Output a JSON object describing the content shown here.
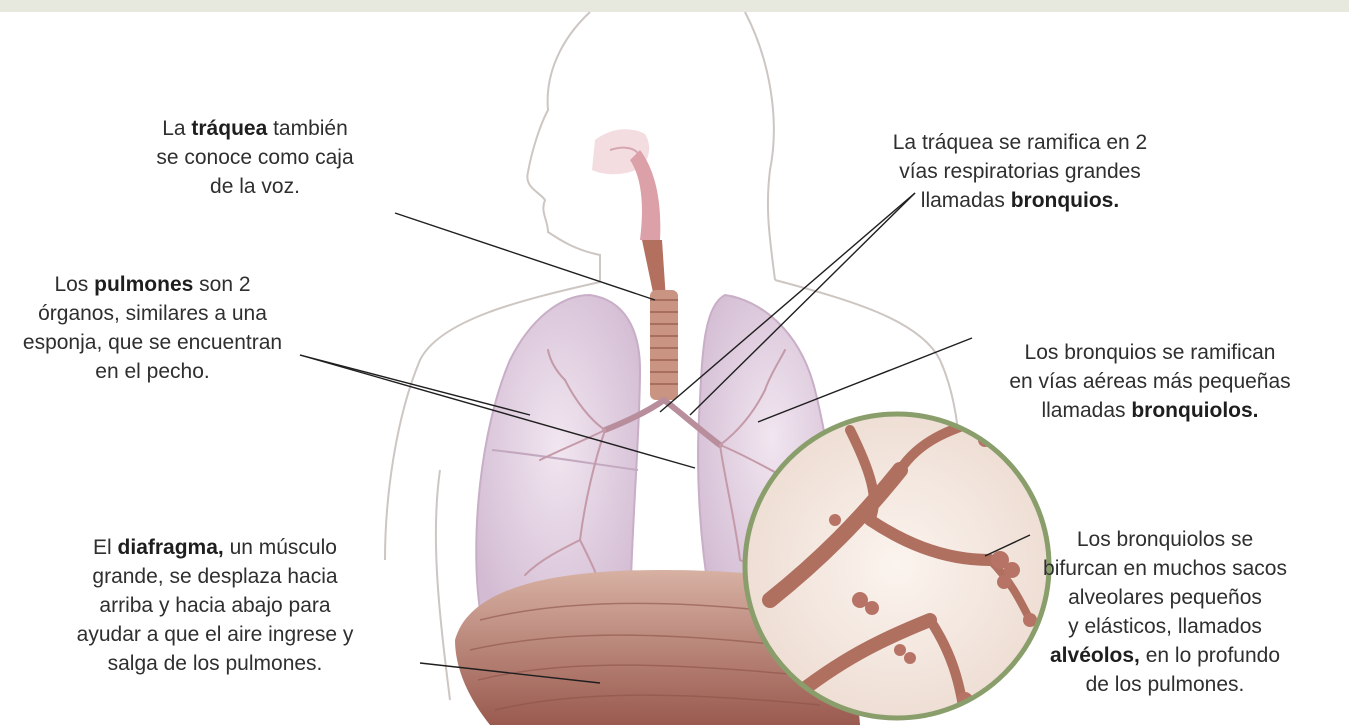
{
  "labels": {
    "trachea": {
      "l1_pre": "La ",
      "l1_bold": "tráquea",
      "l1_post": " también",
      "l2": "se conoce como caja",
      "l3": "de la voz."
    },
    "lungs": {
      "l1_pre": "Los ",
      "l1_bold": "pulmones",
      "l1_post": " son 2",
      "l2": "órganos, similares a una",
      "l3": "esponja, que se encuentran",
      "l4": "en el pecho."
    },
    "diaphragm": {
      "l1_pre": "El ",
      "l1_bold": "diafragma,",
      "l1_post": " un músculo",
      "l2": "grande, se desplaza hacia",
      "l3": "arriba y hacia abajo para",
      "l4": "ayudar a que el aire ingrese y",
      "l5": "salga de los pulmones."
    },
    "bronchi": {
      "l1": "La tráquea se ramifica en 2",
      "l2": "vías respiratorias grandes",
      "l3_pre": "llamadas ",
      "l3_bold": "bronquios."
    },
    "bronchioles": {
      "l1": "Los bronquios se ramifican",
      "l2": "en vías aéreas más pequeñas",
      "l3_pre": "llamadas ",
      "l3_bold": "bronquiolos."
    },
    "alveoli": {
      "l1": "Los bronquiolos se",
      "l2": "bifurcan en muchos sacos",
      "l3": "alveolares pequeños",
      "l4": "y elásticos, llamados",
      "l5_bold": "alvéolos,",
      "l5_post": " en lo profundo",
      "l6": "de los pulmones."
    }
  },
  "colors": {
    "lung_fill": "#e6d6e6",
    "trachea": "#c08a78",
    "bronchi": "#c29aa6",
    "diaphragm": "#b27568",
    "inset_border": "#8a9e6c",
    "body_outline": "#c9c3bf"
  }
}
